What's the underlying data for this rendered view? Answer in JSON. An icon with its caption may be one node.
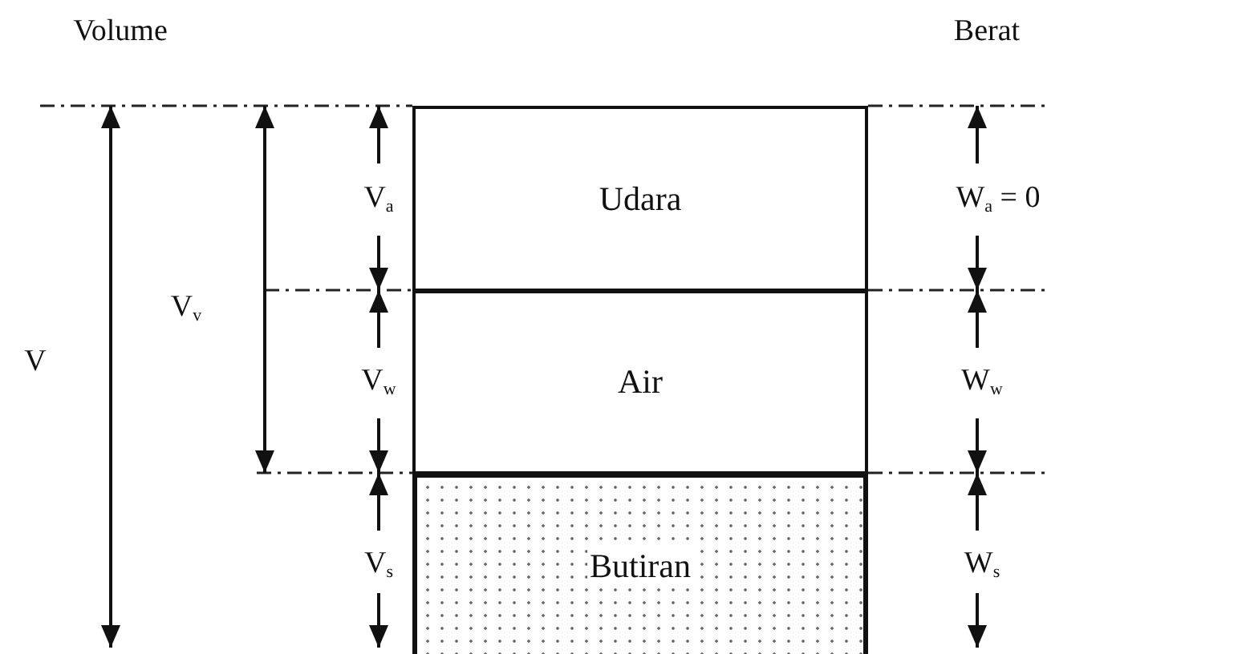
{
  "diagram": {
    "nodes": [
      {
        "text": [
          "Udara"
        ]
      },
      {
        "text": [
          "Air"
        ]
      },
      {
        "text": [
          "Butiran"
        ]
      }
    ],
    "edges": [],
    "labels": [
      "Volume",
      "Berat",
      "V$_{a}$",
      "W$_{a}$ = 0",
      "V$_{v}$",
      "V",
      "V$_{w}$",
      "W$_{w}$",
      "V$_{s}$",
      "W$_{s}$"
    ]
  }
}
